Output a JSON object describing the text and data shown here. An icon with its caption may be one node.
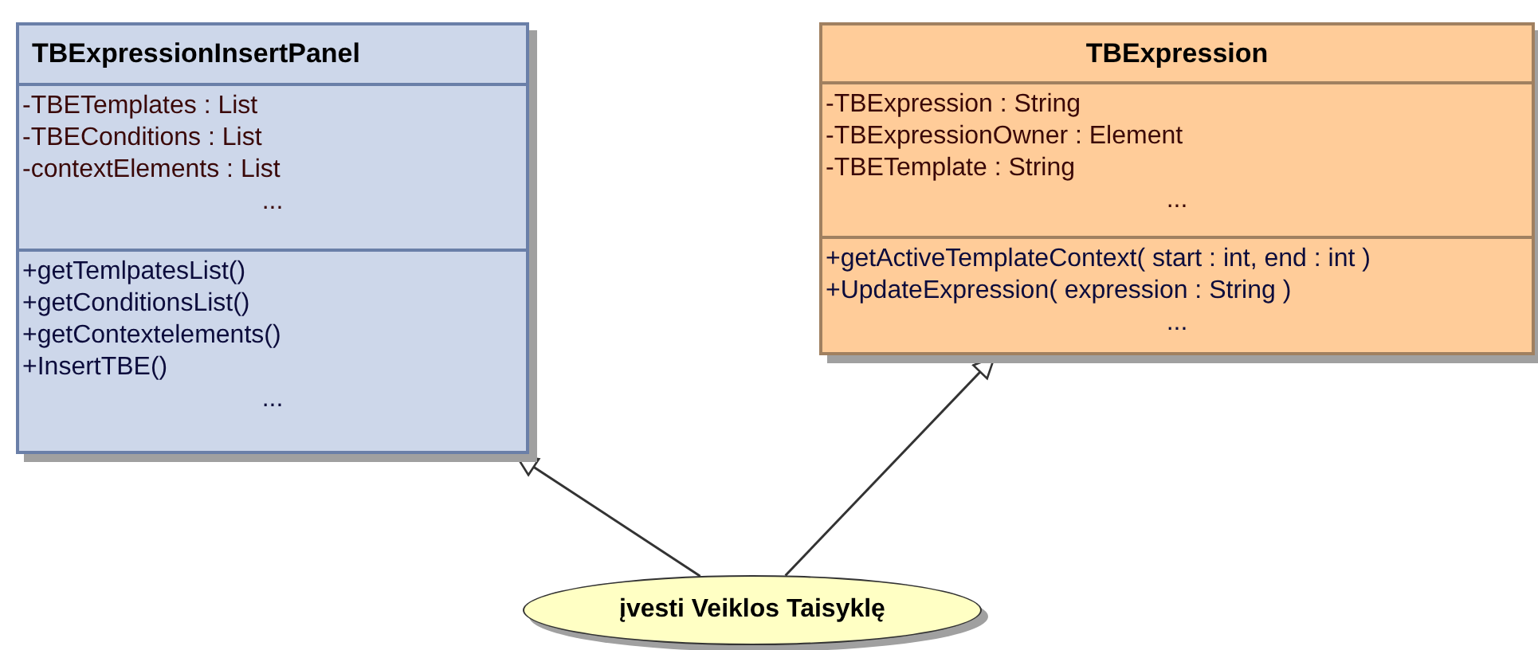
{
  "diagram": {
    "nodes": [
      {
        "text": [
          "TBExpressionInsertPanel"
        ]
      },
      {
        "text": [
          "-TBETemplates : List",
          "-TBEConditions : List",
          "-contextElements : List",
          "..."
        ],
        "in": 0
      },
      {
        "text": [
          "+getTemlpatesList()",
          "+getConditionsList()",
          "+getContextelements()",
          "+InsertTBE()",
          "..."
        ],
        "in": 0
      },
      {
        "text": [
          "TBExpression"
        ]
      },
      {
        "text": [
          "-TBExpression : String",
          "-TBExpressionOwner : Element",
          "-TBETemplate : String",
          "..."
        ],
        "in": 3
      },
      {
        "text": [
          "+getActiveTemplateContext( start : int, end : int )",
          "+UpdateExpression( expression : String )",
          "..."
        ],
        "in": 3
      },
      {
        "text": [
          "įvesti Veiklos Taisyklę"
        ]
      }
    ],
    "edges": [
      {
        "from": 6,
        "to": 0,
        "arrow": "to"
      },
      {
        "from": 6,
        "to": 3,
        "arrow": "to"
      }
    ]
  }
}
